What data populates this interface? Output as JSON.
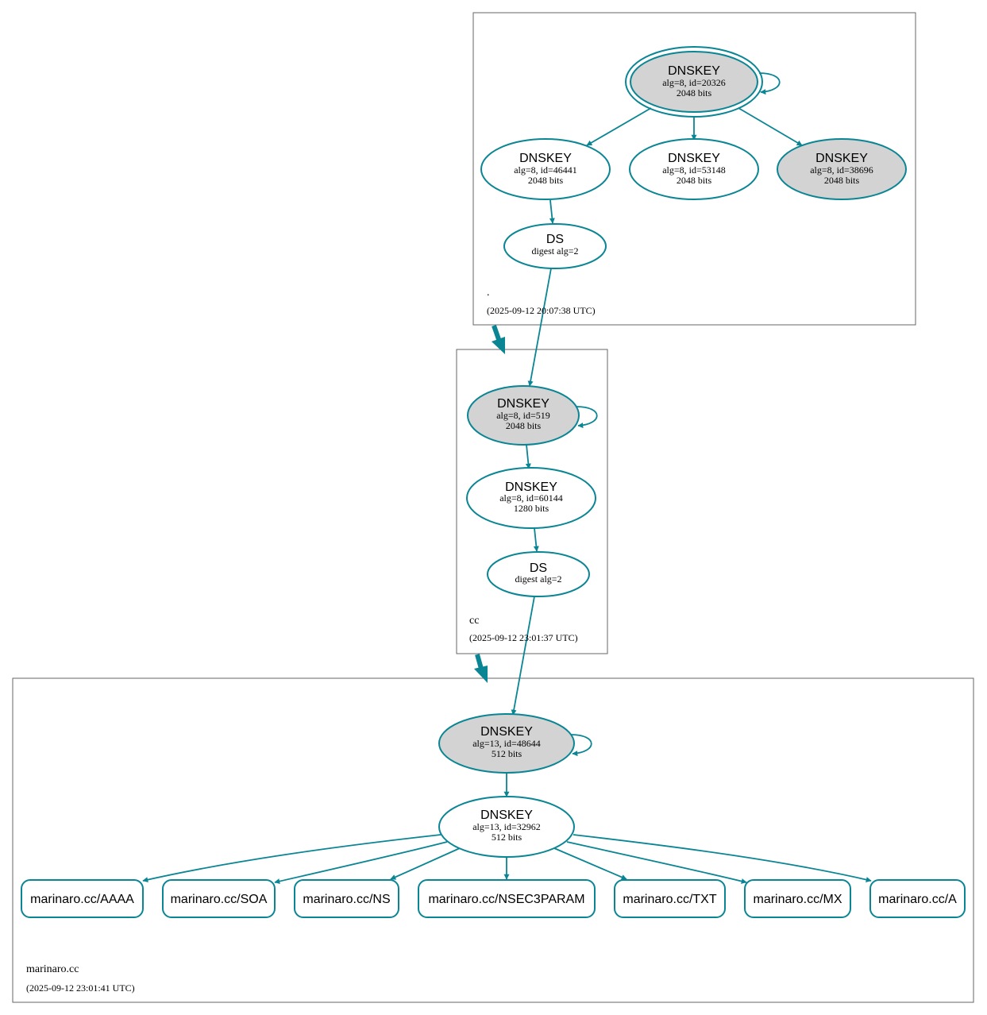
{
  "colors": {
    "edge": "#0a8594",
    "sep_fill": "#d3d3d3",
    "node_fill": "#ffffff",
    "zone_border": "#666666"
  },
  "zones": {
    "root": {
      "name": ".",
      "time": "(2025-09-12 20:07:38 UTC)",
      "ksk": {
        "title": "DNSKEY",
        "line1": "alg=8, id=20326",
        "line2": "2048 bits"
      },
      "zsk1": {
        "title": "DNSKEY",
        "line1": "alg=8, id=46441",
        "line2": "2048 bits"
      },
      "zsk2": {
        "title": "DNSKEY",
        "line1": "alg=8, id=53148",
        "line2": "2048 bits"
      },
      "zsk3": {
        "title": "DNSKEY",
        "line1": "alg=8, id=38696",
        "line2": "2048 bits"
      },
      "ds": {
        "title": "DS",
        "line1": "digest alg=2"
      }
    },
    "cc": {
      "name": "cc",
      "time": "(2025-09-12 23:01:37 UTC)",
      "ksk": {
        "title": "DNSKEY",
        "line1": "alg=8, id=519",
        "line2": "2048 bits"
      },
      "zsk": {
        "title": "DNSKEY",
        "line1": "alg=8, id=60144",
        "line2": "1280 bits"
      },
      "ds": {
        "title": "DS",
        "line1": "digest alg=2"
      }
    },
    "marinaro": {
      "name": "marinaro.cc",
      "time": "(2025-09-12 23:01:41 UTC)",
      "ksk": {
        "title": "DNSKEY",
        "line1": "alg=13, id=48644",
        "line2": "512 bits"
      },
      "zsk": {
        "title": "DNSKEY",
        "line1": "alg=13, id=32962",
        "line2": "512 bits"
      },
      "rrsets": [
        "marinaro.cc/AAAA",
        "marinaro.cc/SOA",
        "marinaro.cc/NS",
        "marinaro.cc/NSEC3PARAM",
        "marinaro.cc/TXT",
        "marinaro.cc/MX",
        "marinaro.cc/A"
      ]
    }
  }
}
